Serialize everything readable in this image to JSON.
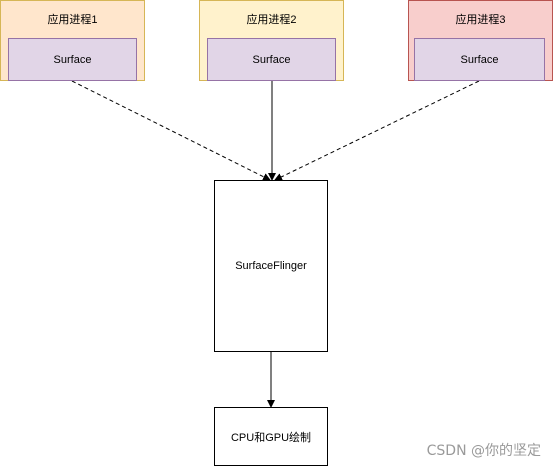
{
  "processes": [
    {
      "title": "应用进程1",
      "surface": "Surface",
      "fill": "#ffe6cc",
      "border": "#d6b656"
    },
    {
      "title": "应用进程2",
      "surface": "Surface",
      "fill": "#fff2cc",
      "border": "#d6b656"
    },
    {
      "title": "应用进程3",
      "surface": "Surface",
      "fill": "#f8cecc",
      "border": "#b85450"
    }
  ],
  "surfaceflinger": {
    "label": "SurfaceFlinger"
  },
  "render": {
    "label": "CPU和GPU绘制"
  },
  "watermark": "CSDN @你的坚定"
}
